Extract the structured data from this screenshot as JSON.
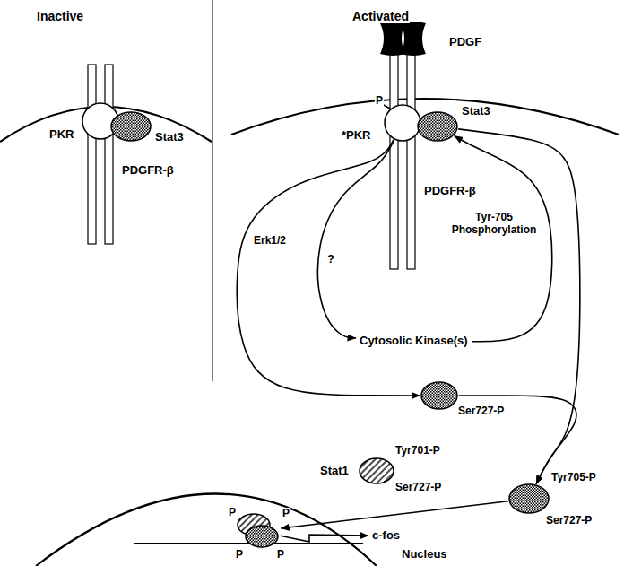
{
  "diagram": {
    "nodes": [
      {
        "text": [
          "PKR"
        ]
      },
      {
        "text": [
          "Stat3"
        ]
      },
      {
        "text": [
          "*PKR"
        ]
      },
      {
        "text": [
          "Stat3"
        ]
      },
      {
        "text": [
          "Cytosolic Kinase(s)"
        ]
      },
      {
        "text": [
          "Ser727-P"
        ]
      },
      {
        "text": [
          "Tyr705-P",
          "Ser727-P"
        ]
      },
      {
        "text": [
          "Stat1",
          "Tyr701-P",
          "Ser727-P"
        ]
      },
      {
        "text": [
          "P",
          "P",
          "P",
          "P"
        ]
      },
      {
        "text": [
          "c-fos"
        ]
      }
    ],
    "edges": [
      {
        "from": 2,
        "to": 5,
        "arrow": "to",
        "label": "Erk1/2"
      },
      {
        "from": 2,
        "to": 4,
        "arrow": "to",
        "label": "?"
      },
      {
        "from": 4,
        "to": 3,
        "arrow": "to",
        "label": "Tyr-705 Phosphorylation"
      },
      {
        "from": 3,
        "to": 6,
        "arrow": "to"
      },
      {
        "from": 5,
        "to": 6,
        "arrow": "to"
      },
      {
        "from": 6,
        "to": 8,
        "arrow": "to"
      },
      {
        "from": 8,
        "to": 9,
        "arrow": "to"
      }
    ],
    "labels": [
      "Inactive",
      "Activated",
      "PDGF",
      "PDGFR-β",
      "P",
      "PDGFR-β",
      "Nucleus"
    ]
  }
}
